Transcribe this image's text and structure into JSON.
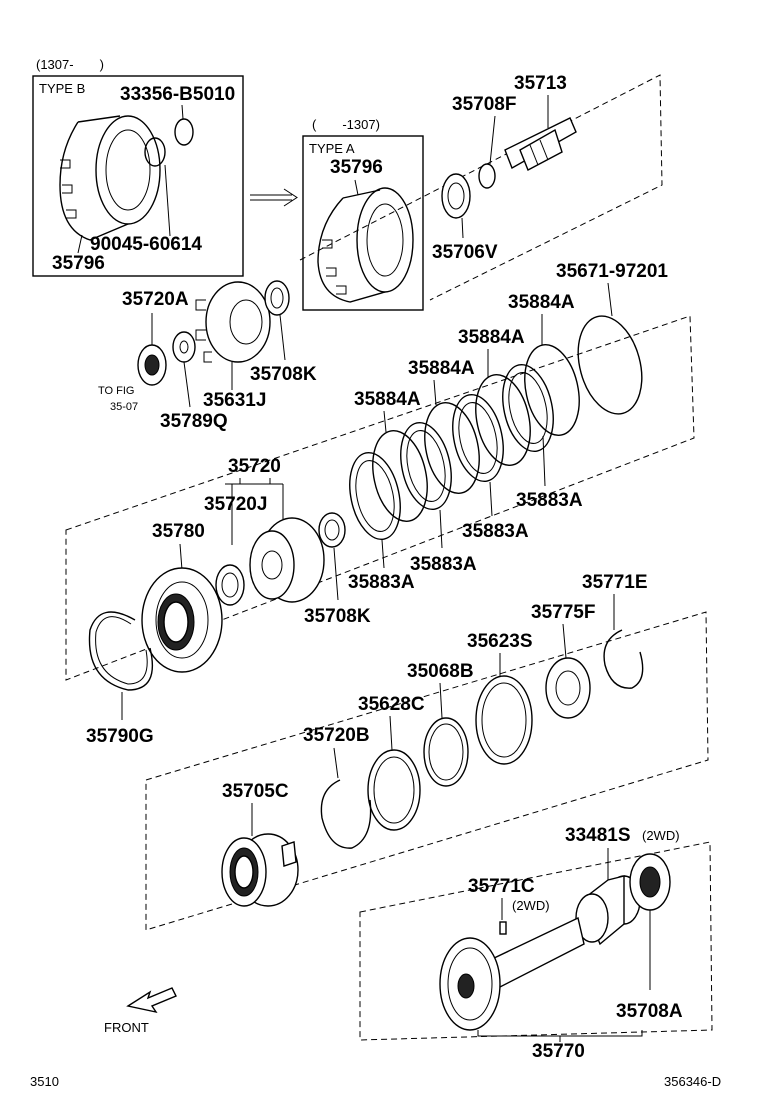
{
  "box_b": {
    "date": "(1307-　　)",
    "type": "TYPE B"
  },
  "box_a": {
    "date": "(　　-1307)",
    "type": "TYPE A"
  },
  "labels": {
    "p33356": "33356-B5010",
    "p90045": "90045-60614",
    "p35796_b": "35796",
    "p35796_a": "35796",
    "p35713": "35713",
    "p35708F": "35708F",
    "p35706V": "35706V",
    "p35720A": "35720A",
    "p35708K_top": "35708K",
    "p35631J": "35631J",
    "p35789Q": "35789Q",
    "tofig_1": "TO FIG",
    "tofig_2": "35-07",
    "p35671": "35671-97201",
    "p35884A_1": "35884A",
    "p35884A_2": "35884A",
    "p35884A_3": "35884A",
    "p35884A_4": "35884A",
    "p35883A_1": "35883A",
    "p35883A_2": "35883A",
    "p35883A_3": "35883A",
    "p35883A_4": "35883A",
    "p35720": "35720",
    "p35720J": "35720J",
    "p35780": "35780",
    "p35708K_mid": "35708K",
    "p35771E": "35771E",
    "p35775F": "35775F",
    "p35623S": "35623S",
    "p35068B": "35068B",
    "p35628C": "35628C",
    "p35720B": "35720B",
    "p35790G": "35790G",
    "p35705C": "35705C",
    "p33481S": "33481S",
    "p33481S_note": "(2WD)",
    "p35771C": "35771C",
    "p35771C_note": "(2WD)",
    "p35708A": "35708A",
    "p35770": "35770",
    "front": "FRONT",
    "page_num": "3510",
    "drawing_id": "356346-D"
  }
}
